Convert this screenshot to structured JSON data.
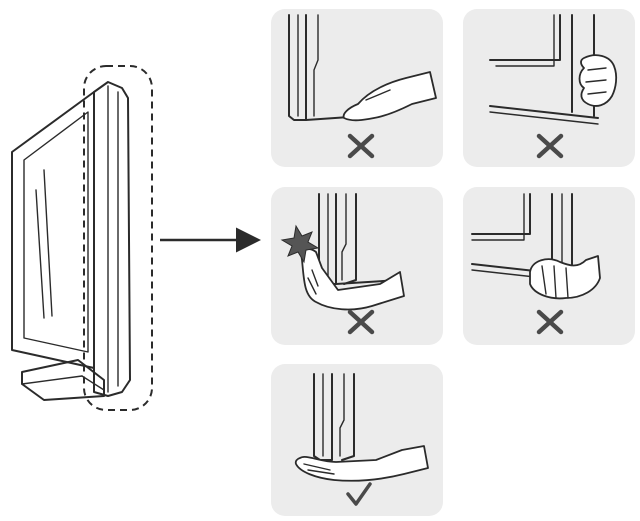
{
  "colors": {
    "panel_background": "#ececec",
    "line_art": "#2b2b2b",
    "mark": "#4a4a4a",
    "page_background": "#ffffff"
  },
  "overview": {
    "subject": "flat-panel-tv-side-view",
    "highlight": "dashed-outline-around-tv-edge",
    "arrow_icon": "right-arrow-icon"
  },
  "panels": [
    {
      "id": "panel-1",
      "depiction": "hand-pushing-bottom-edge-from-side",
      "verdict": "incorrect",
      "icon": "cross-icon"
    },
    {
      "id": "panel-2",
      "depiction": "fist-gripping-side-edge",
      "verdict": "incorrect",
      "icon": "cross-icon"
    },
    {
      "id": "panel-3",
      "depiction": "hand-hitting-side-edge",
      "verdict": "incorrect",
      "icon": "cross-icon"
    },
    {
      "id": "panel-4",
      "depiction": "hand-gripping-bottom-corner-from-side",
      "verdict": "incorrect",
      "icon": "cross-icon"
    },
    {
      "id": "panel-5",
      "depiction": "palm-supporting-bottom-edge",
      "verdict": "correct",
      "icon": "check-icon"
    }
  ]
}
